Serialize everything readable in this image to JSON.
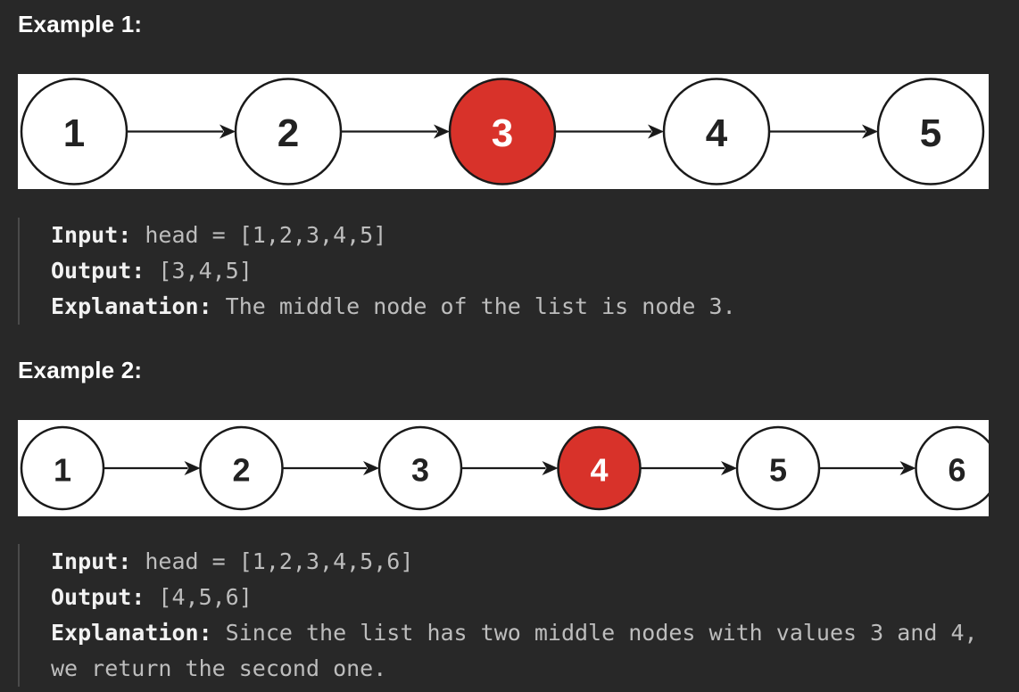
{
  "examples": [
    {
      "heading": "Example 1:",
      "nodes": [
        "1",
        "2",
        "3",
        "4",
        "5"
      ],
      "highlight_node": "3",
      "colors": {
        "highlight_fill": "#d8322a",
        "node_fill": "#ffffff",
        "border": "#1a1a1a"
      },
      "input_label": "Input:",
      "input_value": " head = [1,2,3,4,5]",
      "output_label": "Output:",
      "output_value": " [3,4,5]",
      "explanation_label": "Explanation:",
      "explanation_value": " The middle node of the list is node 3."
    },
    {
      "heading": "Example 2:",
      "nodes": [
        "1",
        "2",
        "3",
        "4",
        "5",
        "6"
      ],
      "highlight_node": "4",
      "colors": {
        "highlight_fill": "#d8322a",
        "node_fill": "#ffffff",
        "border": "#1a1a1a"
      },
      "input_label": "Input:",
      "input_value": " head = [1,2,3,4,5,6]",
      "output_label": "Output:",
      "output_value": " [4,5,6]",
      "explanation_label": "Explanation:",
      "explanation_value": " Since the list has two middle nodes with values 3 and 4, we return the second one."
    }
  ]
}
